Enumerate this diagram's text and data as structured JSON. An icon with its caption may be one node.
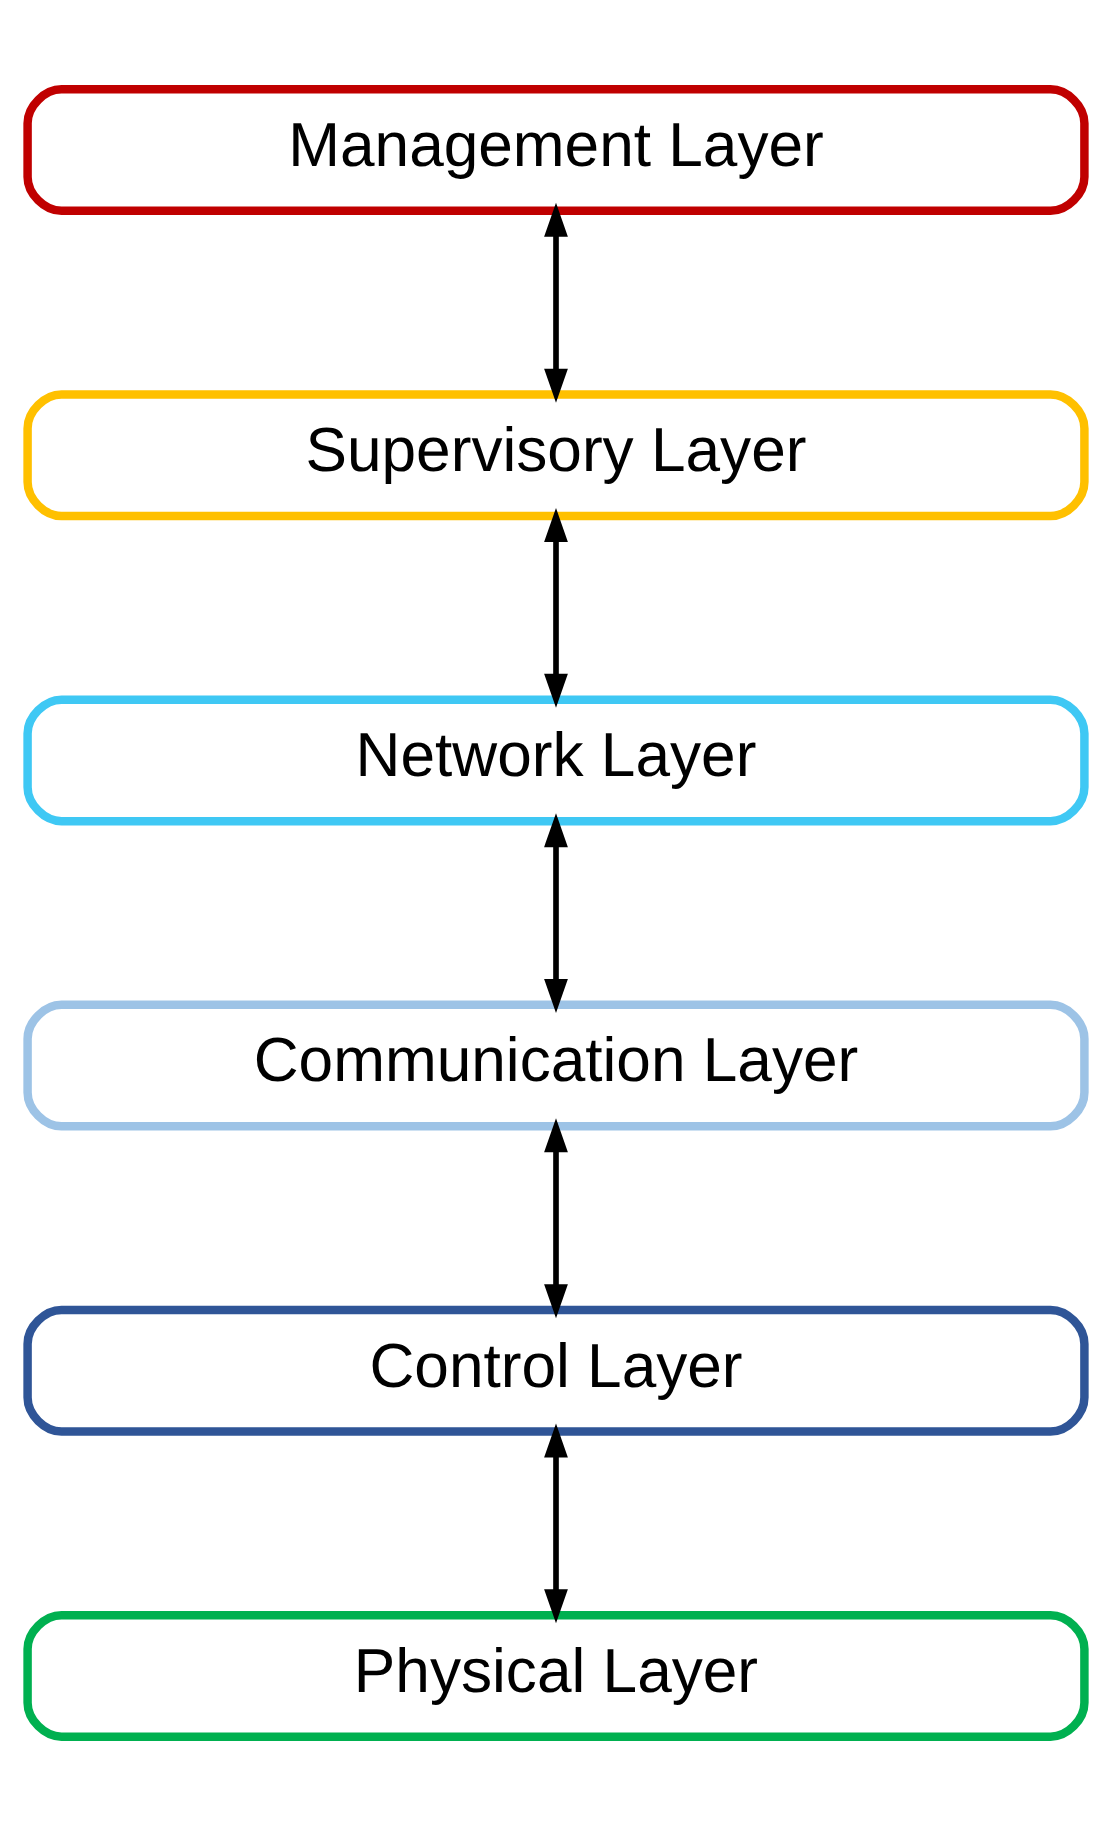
{
  "diagram": {
    "nodes": [
      {
        "text": [
          "Management Layer"
        ]
      },
      {
        "text": [
          "Supervisory Layer"
        ]
      },
      {
        "text": [
          "Network Layer"
        ]
      },
      {
        "text": [
          "Communication Layer"
        ]
      },
      {
        "text": [
          "Control Layer"
        ]
      },
      {
        "text": [
          "Physical Layer"
        ]
      }
    ],
    "edges": [
      {
        "from": 0,
        "to": 1,
        "arrow": "both"
      },
      {
        "from": 1,
        "to": 2,
        "arrow": "both"
      },
      {
        "from": 2,
        "to": 3,
        "arrow": "both"
      },
      {
        "from": 3,
        "to": 4,
        "arrow": "both"
      },
      {
        "from": 4,
        "to": 5,
        "arrow": "both"
      }
    ]
  }
}
